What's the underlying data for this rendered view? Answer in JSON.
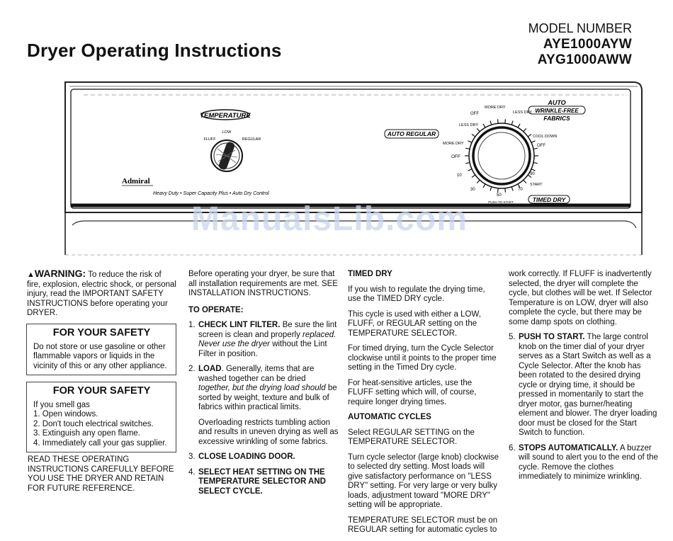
{
  "header": {
    "title": "Dryer Operating Instructions",
    "model_label": "MODEL NUMBER",
    "models": [
      "AYE1000AYW",
      "AYG1000AWW"
    ]
  },
  "panel": {
    "temperature_label": "TEMPERATURE",
    "temp_settings": [
      "FLUFF",
      "LOW",
      "REGULAR"
    ],
    "brand": "Admiral",
    "tagline": "Heavy Duty  •  Super Capacity Plus  •  Auto Dry Control",
    "auto_regular": "AUTO REGULAR",
    "auto_wrinkle": [
      "AUTO",
      "WRINKLE-FREE",
      "FABRICS"
    ],
    "timed_dry": "TIMED DRY",
    "dial_labels": [
      "OFF",
      "LESS DRY",
      "MORE DRY",
      "OFF",
      "MORE DRY",
      "LESS DRY",
      "COOL DOWN",
      "OFF",
      "10",
      "30",
      "50",
      "70",
      "90",
      "START",
      "PUSH TO START"
    ],
    "watermark": "ManualsLib.com"
  },
  "col1": {
    "warning_label": "WARNING:",
    "warning_text": " To reduce the risk of fire, explosion, electric shock, or personal injury, read the IMPORTANT SAFETY INSTRUCTIONS before operating your DRYER.",
    "box1_title": "FOR YOUR SAFETY",
    "box1_text": "Do not store or use gasoline or other flammable vapors or liquids in the vicinity of this or any other appliance.",
    "box2_title": "FOR YOUR SAFETY",
    "box2_intro": "If you smell gas",
    "box2_items": [
      "1. Open windows.",
      "2. Don't touch electrical switches.",
      "3. Extinguish any open flame.",
      "4. Immediately call your gas supplier."
    ],
    "footer": "READ THESE OPERATING INSTRUCTIONS CAREFULLY BEFORE YOU USE THE DRYER AND RETAIN FOR FUTURE REFERENCE."
  },
  "col2": {
    "intro": "Before operating your dryer, be sure that all installation requirements are met. SEE INSTALLATION INSTRUCTIONS.",
    "to_operate": "TO OPERATE:",
    "s1_n": "1.",
    "s1_bold": "CHECK LINT FILTER.",
    "s1_a": " Be sure the lint screen is clean and properly ",
    "s1_it": "replaced. Never use the dryer",
    "s1_b": " without the Lint Filter in position.",
    "s2_n": "2.",
    "s2_bold": "LOAD",
    "s2_a": ". Generally, items that are washed together can be dried ",
    "s2_it": "together, but the drying load should",
    "s2_b": " be sorted by weight, texture and bulk of fabrics within practical limits.",
    "s2_extra": "Overloading restricts tumbling action and results in uneven drying as well as excessive wrinkling of some fabrics.",
    "s3_n": "3.",
    "s3_bold": "CLOSE LOADING DOOR.",
    "s4_n": "4.",
    "s4_bold": "SELECT HEAT SETTING ON THE TEMPERATURE SELECTOR AND SELECT CYCLE."
  },
  "col3": {
    "timed_heading": "TIMED DRY",
    "p1": "If you wish to regulate the drying time, use the TIMED DRY cycle.",
    "p2": "This cycle is used with either a LOW, FLUFF, or REGULAR setting on the TEMPERATURE SELECTOR.",
    "p3": "For timed drying, turn the Cycle Selector clockwise until it points to the proper time setting in the Timed Dry cycle.",
    "p4": "For heat-sensitive articles, use the FLUFF setting which will, of course, require longer drying times.",
    "auto_heading": "AUTOMATIC CYCLES",
    "p5": "Select REGULAR SETTING on the TEMPERATURE SELECTOR.",
    "p6": "Turn cycle selector (large knob) clockwise to selected dry setting. Most loads will give satisfactory performance on \"LESS DRY\" setting. For very large or very bulky loads, adjustment toward \"MORE DRY\" setting will be appropriate.",
    "p7": "TEMPERATURE SELECTOR must be on REGULAR setting for automatic cycles to"
  },
  "col4": {
    "p1": "work correctly. If FLUFF is inadvertently selected, the dryer will complete the cycle, but clothes will be wet. If Selector Temperature is on LOW, dryer will also complete the cycle, but there may be some damp spots on clothing.",
    "s5_n": "5.",
    "s5_bold": "PUSH TO START.",
    "s5_text": " The large control knob on the timer dial of your dryer serves as a Start Switch as well as a Cycle Selector. After the knob has been rotated to the desired drying cycle or drying time, it should be pressed in momentarily to start the dryer motor, gas burner/heating element and blower. The dryer loading door must be closed for the Start Switch to function.",
    "s6_n": "6.",
    "s6_bold": "STOPS AUTOMATICALLY.",
    "s6_text": " A buzzer will sound to alert you to the end of the cycle. Remove the clothes immediately to minimize wrinkling."
  }
}
